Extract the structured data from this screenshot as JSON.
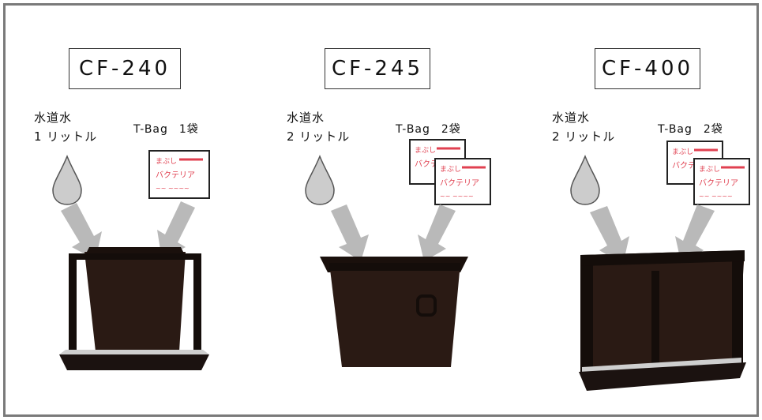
{
  "panels": [
    {
      "id": "cf240",
      "model": "CF-240",
      "water_line1": "水道水",
      "water_line2": "1 リットル",
      "tbag_name": "T-Bag",
      "tbag_count": "1袋",
      "bags": 1
    },
    {
      "id": "cf245",
      "model": "CF-245",
      "water_line1": "水道水",
      "water_line2": "2 リットル",
      "tbag_name": "T-Bag",
      "tbag_count": "2袋",
      "bags": 2
    },
    {
      "id": "cf400",
      "model": "CF-400",
      "water_line1": "水道水",
      "water_line2": "2 リットル",
      "tbag_name": "T-Bag",
      "tbag_count": "2袋",
      "bags": 2
    }
  ],
  "colors": {
    "container": "#2a1a14",
    "container_dark": "#140d0a",
    "arrow": "#b9b9b9",
    "drop": "#cccccc",
    "bag_text": "#e04050",
    "frame": "#7a7a7a"
  }
}
